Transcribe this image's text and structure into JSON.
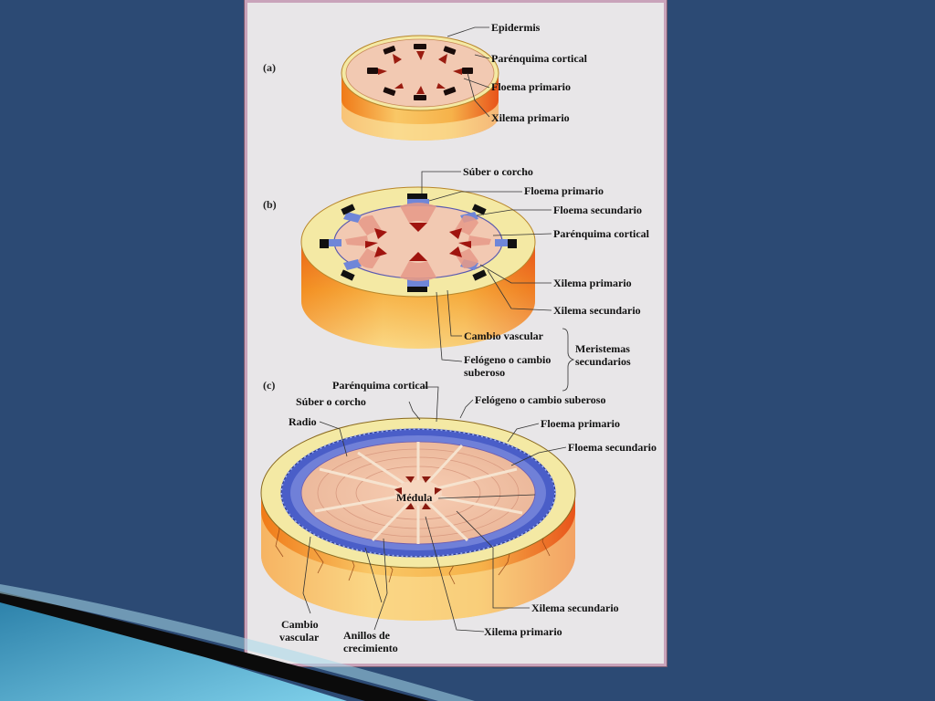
{
  "diagram": {
    "panels": [
      {
        "letter": "(a)",
        "labels": [
          "Epidermis",
          "Parénquima cortical",
          "Floema primario",
          "Xilema primario"
        ]
      },
      {
        "letter": "(b)",
        "labels": [
          "Súber o corcho",
          "Floema primario",
          "Floema secundario",
          "Parénquima cortical",
          "Xilema primario",
          "Xilema secundario",
          "Cambio vascular",
          "Felógeno o cambio",
          "suberoso"
        ],
        "group_label": [
          "Meristemas",
          "secundarios"
        ]
      },
      {
        "letter": "(c)",
        "labels": [
          "Parénquima cortical",
          "Súber o corcho",
          "Felógeno o cambio suberoso",
          "Radio",
          "Floema primario",
          "Floema secundario",
          "Médula",
          "Xilema secundario",
          "Cambio",
          "vascular",
          "Anillos de",
          "crecimiento",
          "Xilema primario"
        ]
      }
    ]
  },
  "colors": {
    "slide_background": "#2c4a74",
    "panel_background": "#e8e6e8",
    "panel_border": "#c9a3ba",
    "cortex": "#f2c9b2",
    "epidermis_yellow": "#f4e9a4",
    "phloem_blue": "#6f86d8",
    "xylem_dark": "#8a1a10",
    "stem_side_orange": "#f08a1a"
  },
  "icons": {
    "corner_decoration": "teal-swoosh"
  }
}
